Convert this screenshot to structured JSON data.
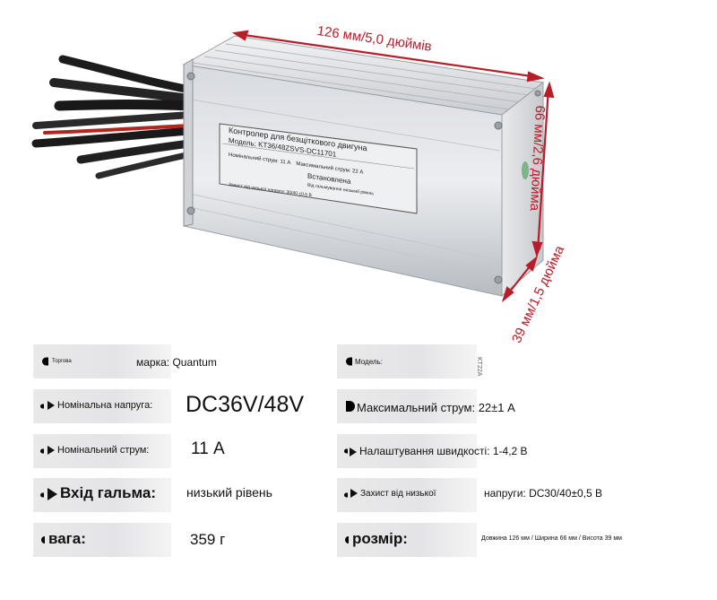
{
  "photo": {
    "dim_length": "126 мм/5,0 дюймів",
    "dim_height": "66 мм/2,6 дюйма",
    "dim_depth": "39 мм/1,5 дюйма",
    "plate_title": "Контролер для безщіткового двигуна",
    "plate_model": "Модель: KT36/48ZSVS-DC11701",
    "plate_current": "Номінальний струм: 11 А",
    "plate_max_current": "Максимальний струм: 22 А",
    "plate_setup": "Встановлена",
    "plate_note": "Від гальмування низький рівень",
    "plate_small": "Захист від низької напруги: 30/40 ±0,5 В"
  },
  "specs": {
    "brand_tag": "Торгова",
    "brand_value": "марка: Quantum",
    "model_label": "Модель:",
    "model_value": "KT22A",
    "voltage_label": "Номінальна напруга:",
    "voltage_value": "DC36V/48V",
    "max_current_label": "Максимальний струм: 22±1 А",
    "current_label": "Номінальний струм:",
    "current_value": "11 А",
    "speed_label": "Налаштування швидкості: 1-4,2 В",
    "brake_label": "Вхід гальма:",
    "brake_value": "низький рівень",
    "protect_label": "Захист від низької",
    "protect_value": "напруги: DC30/40±0,5 В",
    "weight_label": "вага:",
    "weight_value": "359 г",
    "size_label": "розмір:",
    "size_value": "Довжина 126 мм / Ширина 66 мм / Висота 39 мм"
  }
}
